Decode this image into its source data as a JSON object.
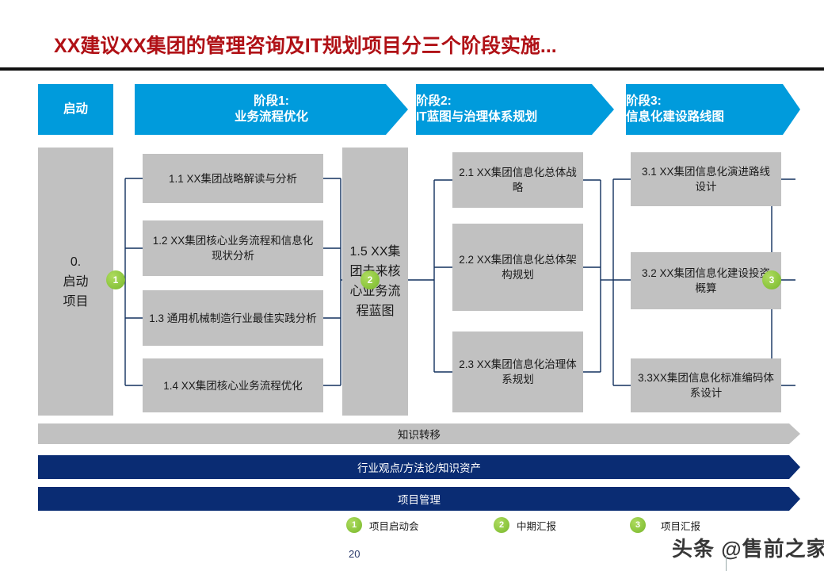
{
  "slide": {
    "title": "XX建议XX集团的管理咨询及IT规划项目分三个阶段实施...",
    "page_number": "20",
    "watermark": "头条 @售前之家"
  },
  "colors": {
    "accent_blue": "#009BDC",
    "navy": "#0A2C73",
    "gray_box": "#C1C1C1",
    "title_red": "#B01116",
    "milestone_green": "#8CC63E",
    "connector_line": "#12305E"
  },
  "phases": {
    "start": {
      "label": "启动"
    },
    "p1": {
      "label": "阶段1:\n业务流程优化"
    },
    "p2": {
      "label": "阶段2:\nIT蓝图与治理体系规划"
    },
    "p3": {
      "label": "阶段3:\n信息化建设路线图"
    }
  },
  "start_box": {
    "label": "0.\n启动\n项目"
  },
  "blueprint_box": {
    "label": "1.5 XX集团未来核心业务流程蓝图"
  },
  "columns": {
    "phase1_items": [
      {
        "id": "1.1",
        "label": "1.1 XX集团战略解读与分析"
      },
      {
        "id": "1.2",
        "label": "1.2 XX集团核心业务流程和信息化现状分析"
      },
      {
        "id": "1.3",
        "label": "1.3 通用机械制造行业最佳实践分析"
      },
      {
        "id": "1.4",
        "label": "1.4 XX集团核心业务流程优化"
      }
    ],
    "phase2_items": [
      {
        "id": "2.1",
        "label": "2.1 XX集团信息化总体战略"
      },
      {
        "id": "2.2",
        "label": "2.2 XX集团信息化总体架构规划"
      },
      {
        "id": "2.3",
        "label": "2.3 XX集团信息化治理体系规划"
      }
    ],
    "phase3_items": [
      {
        "id": "3.1",
        "label": "3.1 XX集团信息化演进路线设计"
      },
      {
        "id": "3.2",
        "label": "3.2 XX集团信息化建设投资概算"
      },
      {
        "id": "3.3",
        "label": "3.3XX集团信息化标准编码体系设计"
      }
    ]
  },
  "bars": [
    {
      "key": "knowledge",
      "label": "知识转移"
    },
    {
      "key": "industry",
      "label": "行业观点/方法论/知识资产"
    },
    {
      "key": "pm",
      "label": "项目管理"
    }
  ],
  "milestones": [
    {
      "number": "1",
      "label": "项目启动会"
    },
    {
      "number": "2",
      "label": "中期汇报"
    },
    {
      "number": "3",
      "label": "项目汇报"
    }
  ]
}
